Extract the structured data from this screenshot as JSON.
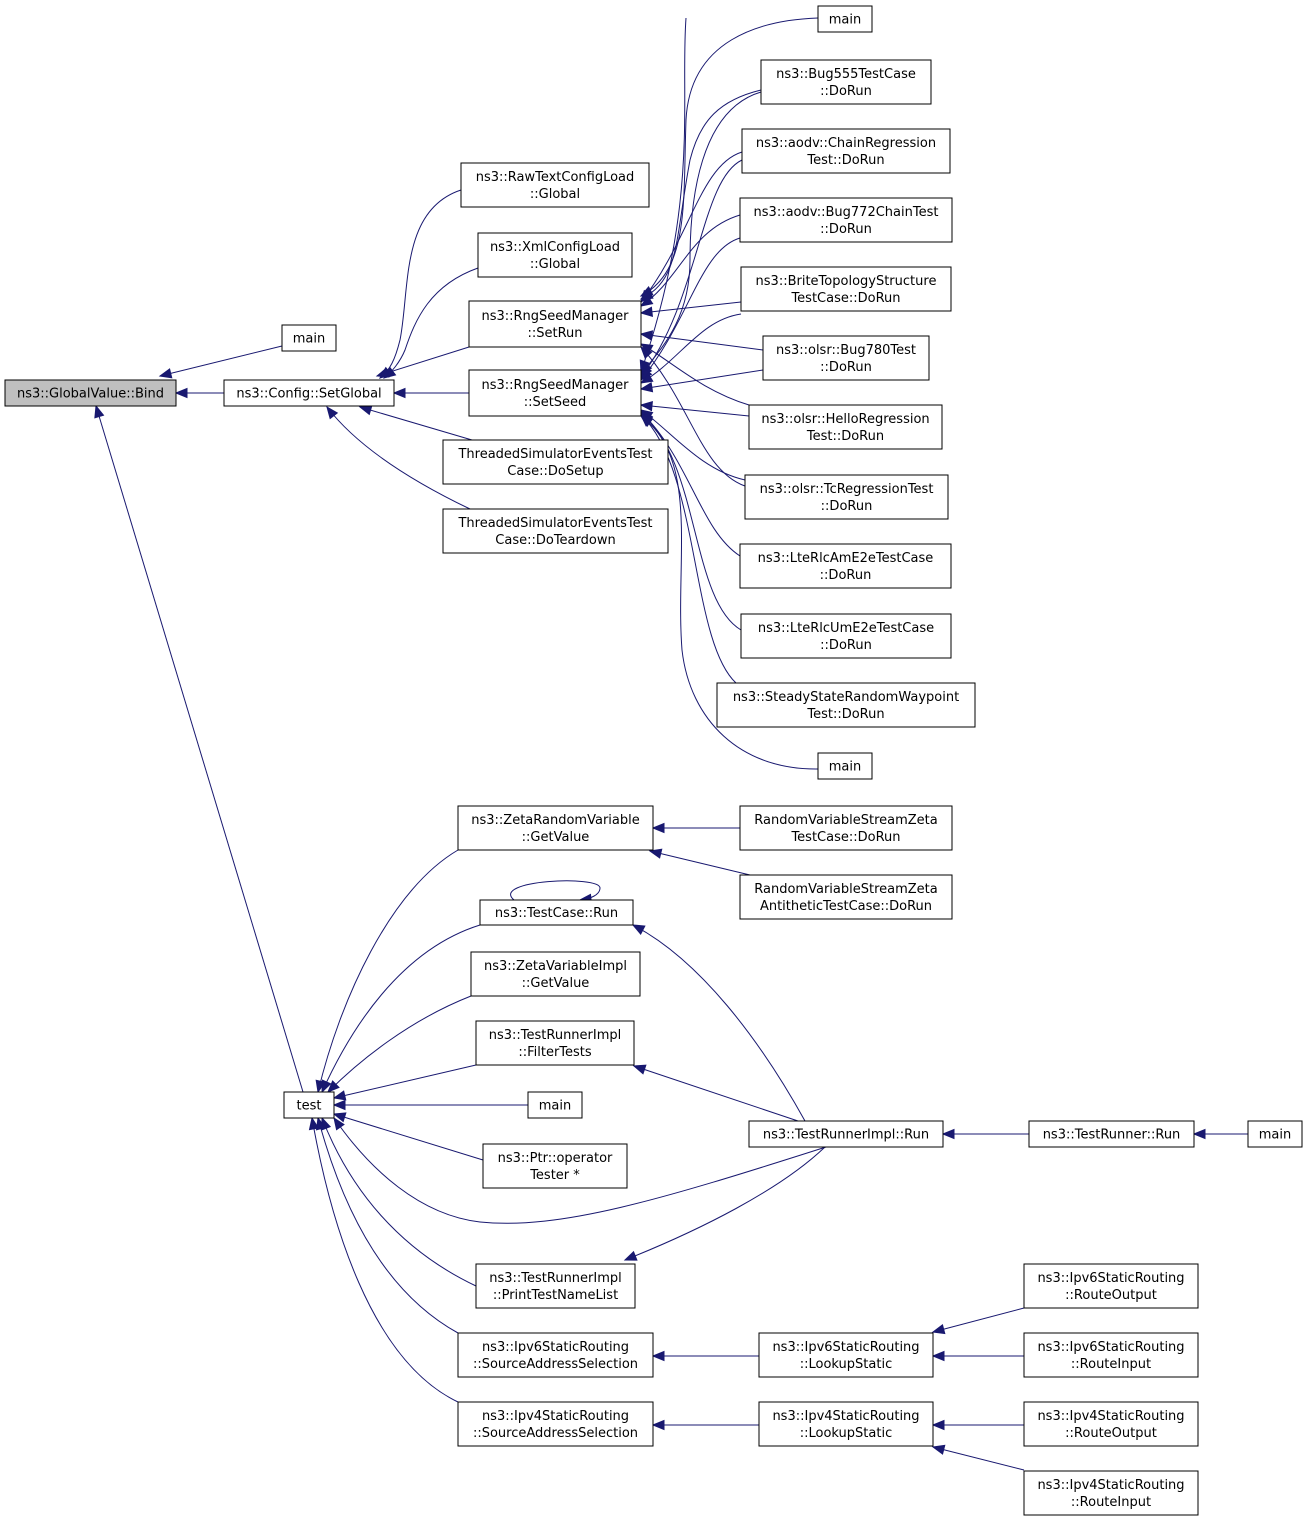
{
  "colors": {
    "edge": "#191970",
    "root_fill": "#bfbfbf",
    "node_fill": "#ffffff",
    "node_border": "#000000"
  },
  "nodes": {
    "bind": [
      "ns3::GlobalValue::Bind"
    ],
    "setglobal": [
      "ns3::Config::SetGlobal"
    ],
    "main_a": [
      "main"
    ],
    "test": [
      "test"
    ],
    "rawtext": [
      "ns3::RawTextConfigLoad",
      "::Global"
    ],
    "xmlcfg": [
      "ns3::XmlConfigLoad",
      "::Global"
    ],
    "setrun": [
      "ns3::RngSeedManager",
      "::SetRun"
    ],
    "setseed": [
      "ns3::RngSeedManager",
      "::SetSeed"
    ],
    "tsetup": [
      "ThreadedSimulatorEventsTest",
      "Case::DoSetup"
    ],
    "tteardown": [
      "ThreadedSimulatorEventsTest",
      "Case::DoTeardown"
    ],
    "r_main1": [
      "main"
    ],
    "r_bug555": [
      "ns3::Bug555TestCase",
      "::DoRun"
    ],
    "r_chain": [
      "ns3::aodv::ChainRegression",
      "Test::DoRun"
    ],
    "r_bug772": [
      "ns3::aodv::Bug772ChainTest",
      "::DoRun"
    ],
    "r_brite": [
      "ns3::BriteTopologyStructure",
      "TestCase::DoRun"
    ],
    "r_bug780": [
      "ns3::olsr::Bug780Test",
      "::DoRun"
    ],
    "r_hello": [
      "ns3::olsr::HelloRegression",
      "Test::DoRun"
    ],
    "r_tc": [
      "ns3::olsr::TcRegressionTest",
      "::DoRun"
    ],
    "r_lteam": [
      "ns3::LteRlcAmE2eTestCase",
      "::DoRun"
    ],
    "r_lteum": [
      "ns3::LteRlcUmE2eTestCase",
      "::DoRun"
    ],
    "r_steady": [
      "ns3::SteadyStateRandomWaypoint",
      "Test::DoRun"
    ],
    "r_main2": [
      "main"
    ],
    "zetarv": [
      "ns3::ZetaRandomVariable",
      "::GetValue"
    ],
    "rvzeta": [
      "RandomVariableStreamZeta",
      "TestCase::DoRun"
    ],
    "rvzetaanti": [
      "RandomVariableStreamZeta",
      "AntitheticTestCase::DoRun"
    ],
    "tcrun": [
      "ns3::TestCase::Run"
    ],
    "zetaimpl": [
      "ns3::ZetaVariableImpl",
      "::GetValue"
    ],
    "filter": [
      "ns3::TestRunnerImpl",
      "::FilterTests"
    ],
    "main_t": [
      "main"
    ],
    "ptrop": [
      "ns3::Ptr::operator",
      "Tester *"
    ],
    "trimplrun": [
      "ns3::TestRunnerImpl::Run"
    ],
    "trrun": [
      "ns3::TestRunner::Run"
    ],
    "main_r": [
      "main"
    ],
    "printlist": [
      "ns3::TestRunnerImpl",
      "::PrintTestNameList"
    ],
    "v6src": [
      "ns3::Ipv6StaticRouting",
      "::SourceAddressSelection"
    ],
    "v6lookup": [
      "ns3::Ipv6StaticRouting",
      "::LookupStatic"
    ],
    "v6out": [
      "ns3::Ipv6StaticRouting",
      "::RouteOutput"
    ],
    "v6in": [
      "ns3::Ipv6StaticRouting",
      "::RouteInput"
    ],
    "v4src": [
      "ns3::Ipv4StaticRouting",
      "::SourceAddressSelection"
    ],
    "v4lookup": [
      "ns3::Ipv4StaticRouting",
      "::LookupStatic"
    ],
    "v4out": [
      "ns3::Ipv4StaticRouting",
      "::RouteOutput"
    ],
    "v4in": [
      "ns3::Ipv4StaticRouting",
      "::RouteInput"
    ]
  }
}
